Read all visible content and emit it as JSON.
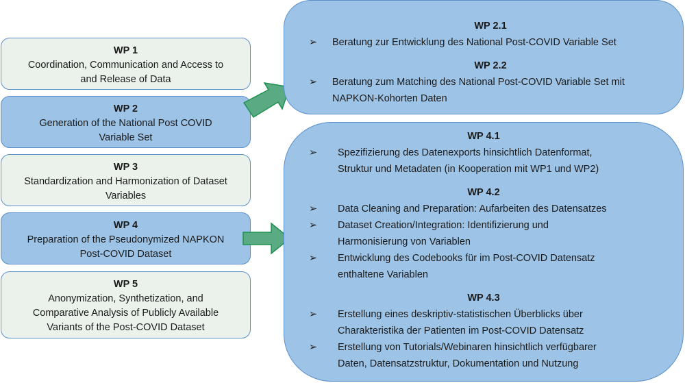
{
  "work_packages": [
    {
      "title": "WP 1",
      "lines": [
        "Coordination, Communication and Access to",
        "and Release of Data"
      ],
      "style": "light"
    },
    {
      "title": "WP 2",
      "lines": [
        "Generation of the National Post COVID",
        "Variable Set"
      ],
      "style": "blue"
    },
    {
      "title": "WP 3",
      "lines": [
        "Standardization and Harmonization of Dataset",
        "Variables"
      ],
      "style": "light"
    },
    {
      "title": "WP 4",
      "lines": [
        "Preparation of the Pseudonymized NAPKON",
        "Post-COVID Dataset"
      ],
      "style": "blue"
    },
    {
      "title": "WP 5",
      "lines": [
        "Anonymization, Synthetization, and",
        "Comparative Analysis of Publicly Available",
        "Variants of the Post-COVID Dataset"
      ],
      "style": "light"
    }
  ],
  "bullet_glyph": "➢",
  "wp2_detail": {
    "sections": [
      {
        "title": "WP 2.1",
        "bullets": [
          [
            "Beratung zur Entwicklung des National Post-COVID Variable Set"
          ]
        ]
      },
      {
        "title": "WP 2.2",
        "bullets": [
          [
            "Beratung zum Matching des National Post-COVID Variable Set mit",
            "NAPKON-Kohorten Daten"
          ]
        ]
      }
    ]
  },
  "wp4_detail": {
    "sections": [
      {
        "title": "WP 4.1",
        "bullets": [
          [
            "Spezifizierung des Datenexports hinsichtlich Datenformat,",
            "Struktur und Metadaten (in Kooperation mit WP1 und WP2)"
          ]
        ]
      },
      {
        "title": "WP 4.2",
        "bullets": [
          [
            "Data Cleaning and Preparation: Aufarbeiten des Datensatzes"
          ],
          [
            "Dataset Creation/Integration: Identifizierung und",
            "Harmonisierung von Variablen"
          ],
          [
            "Entwicklung des Codebooks für im Post-COVID Datensatz",
            "enthaltene Variablen"
          ]
        ]
      },
      {
        "title": "WP 4.3",
        "bullets": [
          [
            "Erstellung eines deskriptiv-statistischen Überblicks über",
            "Charakteristika der Patienten im Post-COVID Datensatz"
          ],
          [
            "Erstellung von Tutorials/Webinaren hinsichtlich verfügbarer",
            "Daten, Datensatzstruktur, Dokumentation und Nutzung"
          ]
        ]
      }
    ]
  },
  "colors": {
    "light_box": "#ebf2ec",
    "blue_box": "#9dc3e6",
    "border": "#5b8fc9",
    "arrow_fill": "#5aab84",
    "arrow_stroke": "#1e9150"
  }
}
